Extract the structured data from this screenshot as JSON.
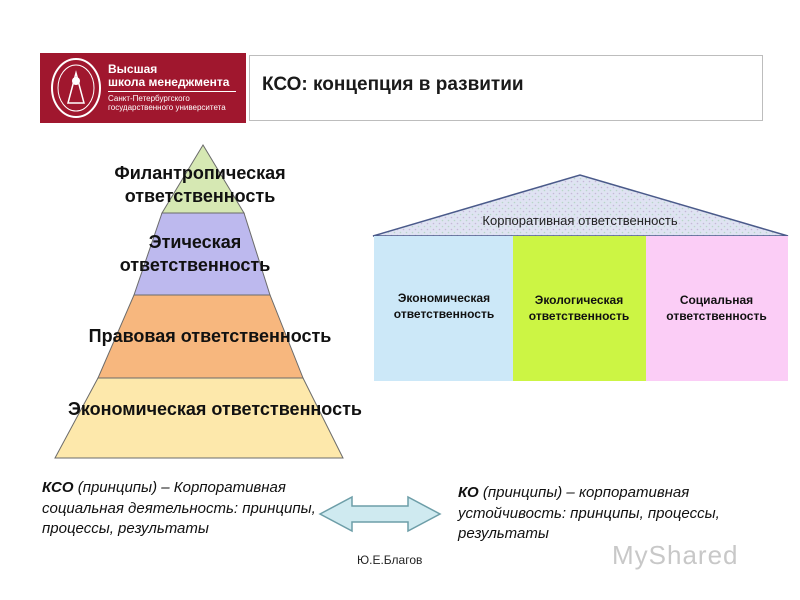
{
  "header": {
    "logo": {
      "line1": "Высшая",
      "line2": "школа менеджмента",
      "line3": "Санкт-Петербургского",
      "line4": "государственного университета"
    },
    "title": "КСО: концепция в развитии"
  },
  "pyramid": {
    "levels": [
      {
        "label": "Филантропическая ответственность",
        "color": "#d6e8b3"
      },
      {
        "label": "Этическая ответственность",
        "color": "#bdb9ee"
      },
      {
        "label": "Правовая ответственность",
        "color": "#f7b77e"
      },
      {
        "label": "Экономическая ответственность",
        "color": "#fde8ab"
      }
    ]
  },
  "house": {
    "roof_label": "Корпоративная ответственность",
    "pillars": [
      {
        "label": "Экономическая ответственность",
        "color": "#cce8f8"
      },
      {
        "label": "Экологическая ответственность",
        "color": "#ccf544"
      },
      {
        "label": "Социальная ответственность",
        "color": "#fbcdf6"
      }
    ]
  },
  "bottom_left": {
    "lead": "КСО",
    "text": " (принципы) – Корпоративная социальная деятельность: принципы, процессы, результаты"
  },
  "bottom_right": {
    "lead": "КО",
    "text": " (принципы) – корпоративная устойчивость: принципы, процессы, результаты"
  },
  "author": "Ю.Е.Благов",
  "watermark": "MyShared",
  "colors": {
    "brand": "#a0172e",
    "arrow_fill": "#cfeaf0",
    "arrow_stroke": "#6d9ea8"
  }
}
